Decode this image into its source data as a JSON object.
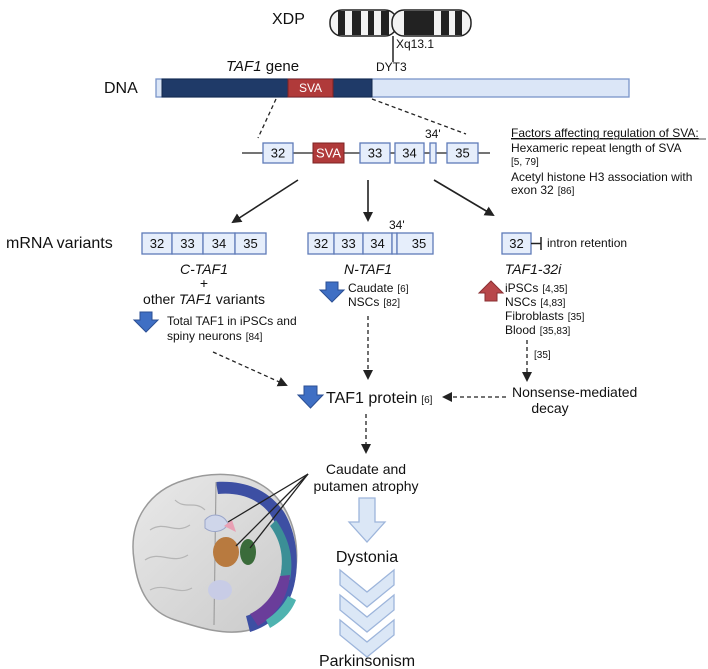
{
  "chromosome": {
    "title": "XDP",
    "band": "Xq13.1",
    "locus": "DYT3"
  },
  "dna": {
    "label": "DNA",
    "gene_label_prefix": "TAF1",
    "gene_label_suffix": " gene",
    "sva": "SVA"
  },
  "exon_map": {
    "exons": [
      "32",
      "33",
      "34",
      "34'",
      "35"
    ],
    "sva": "SVA"
  },
  "factors": {
    "heading": "Factors affecting regulation of SVA:",
    "item1_line1": "Hexameric repeat length of SVA",
    "item1_ref": "[5, 79]",
    "item2_line1": "Acetyl histone H3 association with",
    "item2_line2": "exon 32",
    "item2_ref": "[86]"
  },
  "mrna": {
    "label": "mRNA variants",
    "c_taf1": {
      "exons": [
        "32",
        "33",
        "34",
        "35"
      ],
      "name": "C-TAF1",
      "plus": "+",
      "other_prefix": "other ",
      "other_italic": "TAF1",
      "other_suffix": " variants",
      "down_line1": "Total TAF1 in iPSCs and",
      "down_line2": "spiny neurons",
      "down_ref": "[84]"
    },
    "n_taf1": {
      "exons": [
        "32",
        "33",
        "34",
        "35"
      ],
      "prime": "34'",
      "name": "N-TAF1",
      "item1": "Caudate",
      "item1_ref": "[6]",
      "item2": "NSCs",
      "item2_ref": "[82]"
    },
    "taf1_32i": {
      "exon": "32",
      "retention": "intron retention",
      "name": "TAF1-32i",
      "items": [
        {
          "label": "iPSCs",
          "ref": "[4,35]"
        },
        {
          "label": "NSCs",
          "ref": "[4,83]"
        },
        {
          "label": "Fibroblasts",
          "ref": "[35]"
        },
        {
          "label": "Blood",
          "ref": "[35,83]"
        }
      ],
      "arrow_ref": "[35]",
      "nmd_line1": "Nonsense-mediated",
      "nmd_line2": "decay"
    }
  },
  "protein": {
    "label": "TAF1 protein",
    "ref": "[6]"
  },
  "outcome": {
    "atrophy_line1": "Caudate and",
    "atrophy_line2": "putamen atrophy",
    "dystonia": "Dystonia",
    "parkinsonism": "Parkinsonism"
  },
  "colors": {
    "dna_dark": "#1f3a68",
    "dna_light": "#dbe6f7",
    "sva_red": "#b03a3a",
    "down_arrow": "#3f6fc4",
    "up_arrow": "#b8474a",
    "chevron": "#dbe7f6"
  }
}
